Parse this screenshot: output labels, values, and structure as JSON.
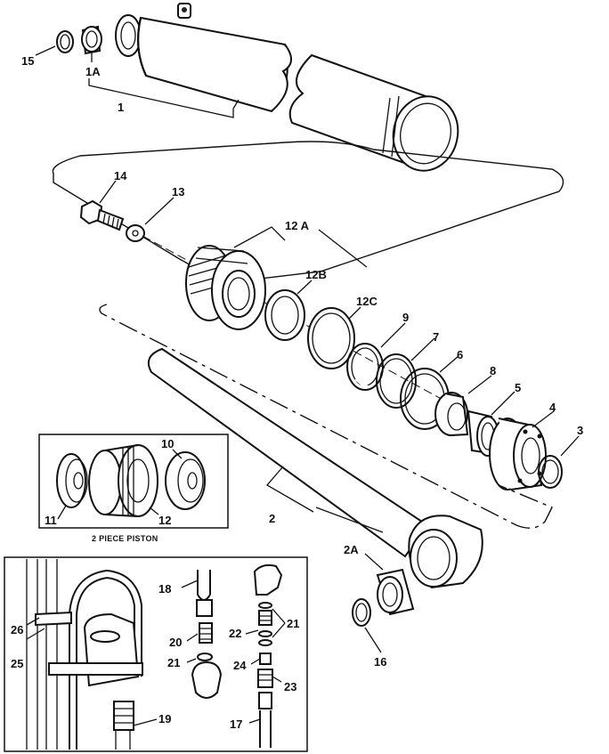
{
  "labels": {
    "l15": "15",
    "l1A": "1A",
    "l1": "1",
    "l14": "14",
    "l13": "13",
    "l12A": "12 A",
    "l12B": "12B",
    "l12C": "12C",
    "l9": "9",
    "l7": "7",
    "l6": "6",
    "l8": "8",
    "l5": "5",
    "l4": "4",
    "l3": "3",
    "l10": "10",
    "l11": "11",
    "l12": "12",
    "l2": "2",
    "l2A": "2A",
    "l16": "16",
    "l18": "18",
    "l20": "20",
    "l21a": "21",
    "l21b": "21",
    "l22": "22",
    "l24": "24",
    "l23": "23",
    "l17": "17",
    "l19": "19",
    "l25": "25",
    "l26": "26"
  },
  "inset_caption": "2 PIECE PISTON"
}
